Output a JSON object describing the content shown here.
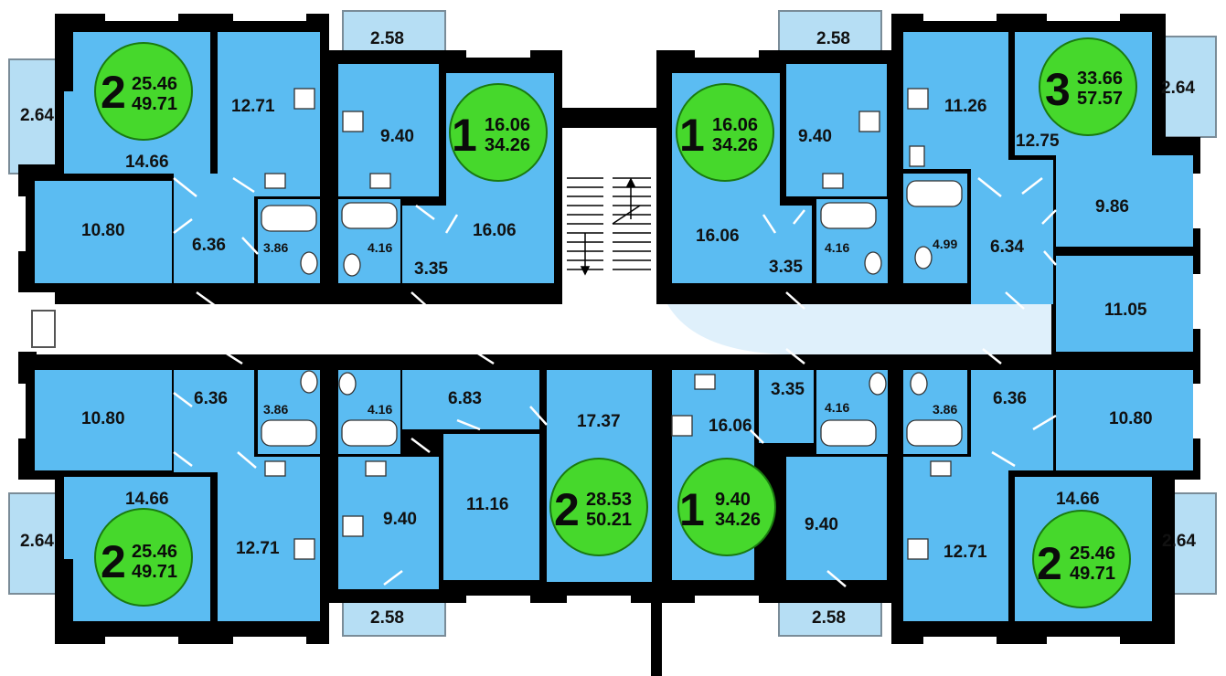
{
  "colors": {
    "room": "#5bbcf2",
    "wall": "#000000",
    "corridor": "#ffffff",
    "balcony": "#b6def4",
    "badge": "#46d82c",
    "fixture": "#ffffff"
  },
  "stair_icon": "staircase-icon",
  "rooms": [
    {
      "id": "r1",
      "label": "2.64"
    },
    {
      "id": "r2",
      "label": "14.66"
    },
    {
      "id": "r3",
      "label": "12.71"
    },
    {
      "id": "r4",
      "label": "2.58"
    },
    {
      "id": "r5",
      "label": "9.40"
    },
    {
      "id": "r6",
      "label": "16.06"
    },
    {
      "id": "r7",
      "label": "10.80"
    },
    {
      "id": "r8",
      "label": "6.36"
    },
    {
      "id": "r9",
      "label": "3.86"
    },
    {
      "id": "r10",
      "label": "4.16"
    },
    {
      "id": "r11",
      "label": "3.35"
    },
    {
      "id": "r12",
      "label": "2.58"
    },
    {
      "id": "r13",
      "label": "9.40"
    },
    {
      "id": "r14",
      "label": "11.26"
    },
    {
      "id": "r15",
      "label": "2.64"
    },
    {
      "id": "r16",
      "label": "12.75"
    },
    {
      "id": "r17",
      "label": "16.06"
    },
    {
      "id": "r18",
      "label": "3.35"
    },
    {
      "id": "r19",
      "label": "4.16"
    },
    {
      "id": "r20",
      "label": "4.99"
    },
    {
      "id": "r21",
      "label": "6.34"
    },
    {
      "id": "r22",
      "label": "9.86"
    },
    {
      "id": "r23",
      "label": "11.05"
    },
    {
      "id": "r24",
      "label": "10.80"
    },
    {
      "id": "r25",
      "label": "6.36"
    },
    {
      "id": "r26",
      "label": "3.86"
    },
    {
      "id": "r27",
      "label": "4.16"
    },
    {
      "id": "r28",
      "label": "6.83"
    },
    {
      "id": "r29",
      "label": "17.37"
    },
    {
      "id": "r30",
      "label": "14.66"
    },
    {
      "id": "r31",
      "label": "2.64"
    },
    {
      "id": "r32",
      "label": "12.71"
    },
    {
      "id": "r33",
      "label": "9.40"
    },
    {
      "id": "r34",
      "label": "11.16"
    },
    {
      "id": "r35",
      "label": "2.58"
    },
    {
      "id": "r36",
      "label": "16.06"
    },
    {
      "id": "r37",
      "label": "3.35"
    },
    {
      "id": "r38",
      "label": "4.16"
    },
    {
      "id": "r39",
      "label": "3.86"
    },
    {
      "id": "r40",
      "label": "6.36"
    },
    {
      "id": "r41",
      "label": "10.80"
    },
    {
      "id": "r42",
      "label": "9.40"
    },
    {
      "id": "r43",
      "label": "2.58"
    },
    {
      "id": "r44",
      "label": "12.71"
    },
    {
      "id": "r45",
      "label": "14.66"
    },
    {
      "id": "r46",
      "label": "2.64"
    }
  ],
  "apartments": [
    {
      "id": "a1",
      "rooms": "2",
      "living": "25.46",
      "total": "49.71"
    },
    {
      "id": "a2",
      "rooms": "1",
      "living": "16.06",
      "total": "34.26"
    },
    {
      "id": "a3",
      "rooms": "1",
      "living": "16.06",
      "total": "34.26"
    },
    {
      "id": "a4",
      "rooms": "3",
      "living": "33.66",
      "total": "57.57"
    },
    {
      "id": "a5",
      "rooms": "2",
      "living": "25.46",
      "total": "49.71"
    },
    {
      "id": "a6",
      "rooms": "2",
      "living": "28.53",
      "total": "50.21"
    },
    {
      "id": "a7",
      "rooms": "1",
      "living": "9.40",
      "total": "34.26"
    },
    {
      "id": "a8",
      "rooms": "2",
      "living": "25.46",
      "total": "49.71"
    }
  ]
}
